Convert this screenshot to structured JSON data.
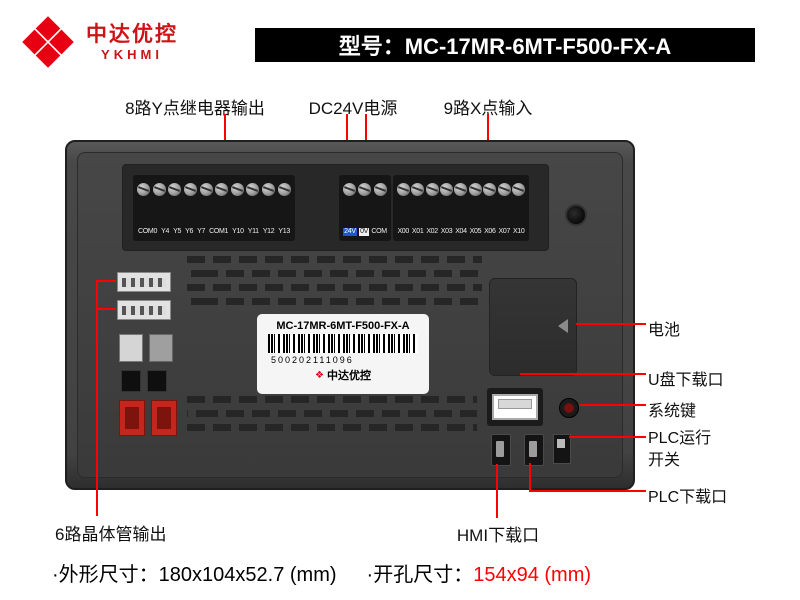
{
  "colors": {
    "brand_red": "#e60012",
    "annotation_red": "#ff0000",
    "banner_bg": "#000000",
    "device_gray": "#3f3f3f",
    "cutout_text": "#ff0000"
  },
  "header": {
    "brand_cn": "中达优控",
    "brand_en": "YKHMI",
    "model_banner": "型号：MC-17MR-6MT-F500-FX-A"
  },
  "callouts": {
    "relay_output": "8路Y点继电器输出",
    "dc_power": "DC24V电源",
    "x_input": "9路X点输入",
    "battery": "电池",
    "usb_download": "U盘下载口",
    "system_key": "系统键",
    "plc_run_line1": "PLC运行",
    "plc_run_line2": "开关",
    "plc_download": "PLC下载口",
    "transistor_output": "6路晶体管输出",
    "hmi_download": "HMI下载口"
  },
  "device": {
    "terminals": {
      "left": [
        "COM0",
        "Y4",
        "Y5",
        "Y6",
        "Y7",
        "COM1",
        "Y10",
        "Y11",
        "Y12",
        "Y13"
      ],
      "power": [
        "24V",
        "0V",
        "COM"
      ],
      "right": [
        "X00",
        "X01",
        "X02",
        "X03",
        "X04",
        "X05",
        "X06",
        "X07",
        "X10"
      ]
    },
    "label_plate": {
      "model": "MC-17MR-6MT-F500-FX-A",
      "serial": "500202111096",
      "brand": "中达优控"
    }
  },
  "footer": {
    "outline_label": "·外形尺寸：",
    "outline_value": "180x104x52.7 (mm)",
    "cutout_label": "·开孔尺寸：",
    "cutout_value": "154x94 (mm)"
  }
}
